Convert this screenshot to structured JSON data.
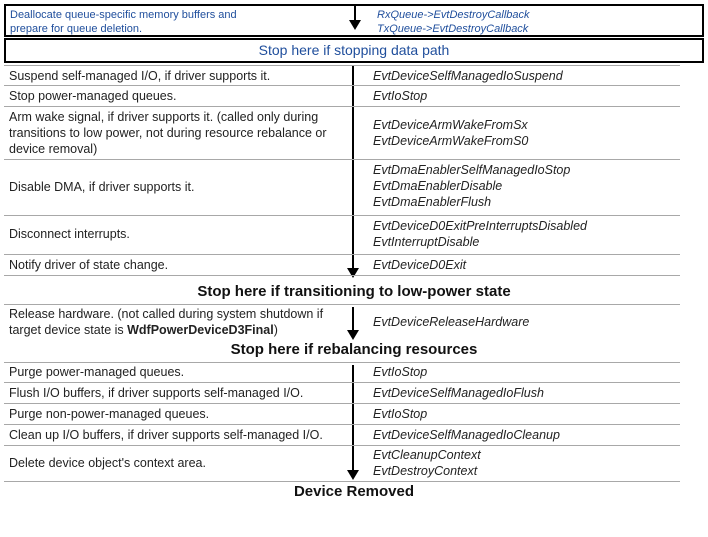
{
  "top": {
    "left_line1": "Deallocate queue-specific memory buffers and",
    "left_line2": "prepare for queue deletion.",
    "right_line1": "RxQueue->EvtDestroyCallback",
    "right_line2": "TxQueue->EvtDestroyCallback"
  },
  "banner": "Stop here if stopping data path",
  "section1": [
    {
      "l": [
        "Suspend self-managed I/O, if driver supports it."
      ],
      "r": [
        "EvtDeviceSelfManagedIoSuspend"
      ]
    },
    {
      "l": [
        "Stop power-managed queues."
      ],
      "r": [
        "EvtIoStop"
      ]
    },
    {
      "l": [
        "Arm wake signal, if driver supports it. (called only during",
        "transitions to low power, not during resource rebalance or",
        "device removal)"
      ],
      "r": [
        "EvtDeviceArmWakeFromSx",
        "EvtDeviceArmWakeFromS0"
      ]
    },
    {
      "l": [
        "Disable DMA, if driver supports it."
      ],
      "r": [
        "EvtDmaEnablerSelfManagedIoStop",
        "EvtDmaEnablerDisable",
        "EvtDmaEnablerFlush"
      ]
    },
    {
      "l": [
        "Disconnect interrupts."
      ],
      "r": [
        "EvtDeviceD0ExitPreInterruptsDisabled",
        "EvtInterruptDisable"
      ]
    },
    {
      "l": [
        "Notify driver of state change."
      ],
      "r": [
        "EvtDeviceD0Exit"
      ]
    }
  ],
  "stop_low_power": "Stop here if transitioning to low-power state",
  "section2": {
    "l1": "Release hardware. (not called during system shutdown if",
    "l2_prefix": "target device state is ",
    "l2_bold": "WdfPowerDeviceD3Final",
    "l2_suffix": ")",
    "r": "EvtDeviceReleaseHardware"
  },
  "stop_rebalance": "Stop here if rebalancing resources",
  "section3": [
    {
      "l": [
        "Purge power-managed queues."
      ],
      "r": [
        "EvtIoStop"
      ]
    },
    {
      "l": [
        "Flush I/O buffers, if driver supports self-managed I/O."
      ],
      "r": [
        "EvtDeviceSelfManagedIoFlush"
      ]
    },
    {
      "l": [
        "Purge non-power-managed queues."
      ],
      "r": [
        "EvtIoStop"
      ]
    },
    {
      "l": [
        "Clean up I/O buffers, if driver supports self-managed I/O."
      ],
      "r": [
        "EvtDeviceSelfManagedIoCleanup"
      ]
    },
    {
      "l": [
        "Delete device object's context area."
      ],
      "r": [
        "EvtCleanupContext",
        "EvtDestroyContext"
      ]
    }
  ],
  "device_removed": "Device Removed"
}
